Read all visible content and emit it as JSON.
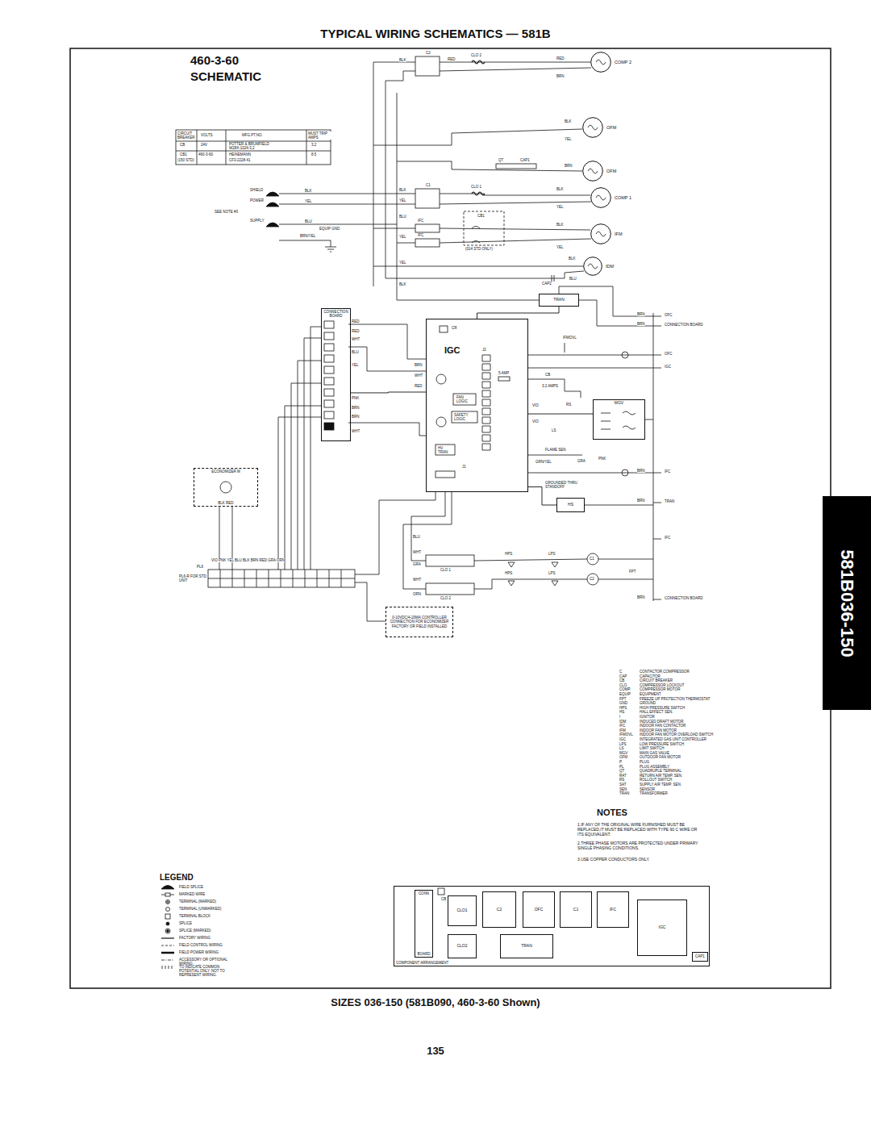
{
  "diagram": {
    "title": "TYPICAL WIRING SCHEMATICS — 581B",
    "caption": "SIZES 036-150 (581B090, 460-3-60 Shown)",
    "nodes": [
      {
        "text": [
          "IGC"
        ]
      },
      {
        "text": [
          "CONNECTION BOARD"
        ]
      },
      {
        "text": [
          "ECONOMIZER M",
          "BLK RED"
        ]
      },
      {
        "text": [
          "0-10VDC/4-20MA CONTROLLER CONNECTION FOR ECONOMIZER FACTORY OR FIELD INSTALLED"
        ]
      },
      {
        "text": [
          "COMP 2"
        ]
      },
      {
        "text": [
          "OFM"
        ]
      },
      {
        "text": [
          "OFM"
        ]
      },
      {
        "text": [
          "COMP 1"
        ]
      },
      {
        "text": [
          "IFM"
        ]
      },
      {
        "text": [
          "IDM"
        ]
      },
      {
        "text": [
          "TRAN"
        ]
      },
      {
        "text": [
          "MGV"
        ]
      },
      {
        "text": [
          "HS"
        ]
      },
      {
        "text": [
          "COMPONENT ARRANGEMENT"
        ]
      },
      {
        "text": [
          "CONN",
          "BOARD"
        ],
        "in": 13
      },
      {
        "text": [
          "CLO1"
        ],
        "in": 13
      },
      {
        "text": [
          "C2"
        ],
        "in": 13
      },
      {
        "text": [
          "OFC"
        ],
        "in": 13
      },
      {
        "text": [
          "C1"
        ],
        "in": 13
      },
      {
        "text": [
          "IFC"
        ],
        "in": 13
      },
      {
        "text": [
          "IGC"
        ],
        "in": 13
      },
      {
        "text": [
          "CLO2"
        ],
        "in": 13
      },
      {
        "text": [
          "TRAN"
        ],
        "in": 13
      },
      {
        "text": [
          "CAP1"
        ],
        "in": 13
      }
    ],
    "edges": [
      {
        "from": 1,
        "to": 0,
        "arrow": "none"
      },
      {
        "from": 0,
        "to": 11,
        "arrow": "none"
      },
      {
        "from": 0,
        "to": 12,
        "arrow": "none"
      },
      {
        "from": 10,
        "to": 0,
        "arrow": "none"
      }
    ],
    "labels": [
      "135",
      "581B036-150",
      "460-3-60",
      "SCHEMATIC",
      "CIRCUIT BREAKER",
      "VOLTS",
      "MFG.PT.NO.",
      "MUST TRIP AMPS",
      "CB",
      "24V",
      "POTTER & BRUMFIELD",
      "W28X-1024-3.2",
      "3.2",
      "CB1",
      "(150 STD)",
      "460-3-60",
      "HEINEMANN",
      "CF3-2228-41",
      "8.5",
      "SHIELD",
      "POWER",
      "SEE NOTE #3",
      "SUPPLY",
      "BLK",
      "YEL",
      "BLU",
      "EQUIP GND",
      "BRN/YEL",
      "C2",
      "CLO 2",
      "C1",
      "CLO 1",
      "IFC",
      "CB1",
      "IFC",
      "(014 STD ONLY)",
      "QT",
      "CAP1",
      "CAP2",
      "BLK",
      "RED",
      "RED",
      "BRN",
      "BLK",
      "YEL",
      "BRN",
      "BLK",
      "YEL",
      "BLK",
      "YEL",
      "BLK",
      "BLU",
      "BLK",
      "YEL",
      "BLU",
      "YEL",
      "YEL",
      "BLK",
      "IFMOVL",
      "5 AMP",
      "CB",
      "3.2 AMPS",
      "RS",
      "LS",
      "FLAME SEN",
      "GRN/YEL",
      "GRA",
      "GROUNDED THRU STANDOFF",
      "PNK",
      "VIO",
      "VIO",
      "OFC",
      "CONNECTION BOARD",
      "OFC",
      "IGC",
      "IFC",
      "TRAN",
      "IFC",
      "FPT",
      "CONNECTION BOARD",
      "BRN",
      "BRN",
      "BRN",
      "BRN",
      "BRN",
      "HPS",
      "LPS",
      "C1",
      "HPS",
      "LPS",
      "C2",
      "CLO 1",
      "CLO 2",
      "WHT",
      "GRA",
      "WHT",
      "ORN",
      "BLU",
      "PL6",
      "PL6-R FOR STD UNIT",
      "VIO PNK YEL BLU BLK BRN RED GRA ORN",
      "CR",
      "J2",
      "FAN LOGIC",
      "SAFETY LOGIC",
      "HV TRAN",
      "J1",
      "RED",
      "RED",
      "WHT",
      "BLU",
      "YEL",
      "PNK",
      "BRN",
      "BRN",
      "WHT",
      "BRN",
      "WHT",
      "RED",
      "NOTES",
      "1.IF ANY OF THE ORIGINAL WIRE FURNISHED MUST BE REPLACED,IT MUST BE REPLACED WITH TYPE 90 C WIRE OR ITS EQUIVALENT.",
      "2.THREE PHASE MOTORS ARE PROTECTED UNDER PRIMARY SINGLE PHASING CONDITIONS.",
      "3.USE COPPER CONDUCTORS ONLY.",
      "C",
      "CONTACTOR,COMPRESSOR",
      "CAP",
      "CAPACITOR",
      "CB",
      "CIRCUIT BREAKER",
      "CLO",
      "COMPRESSOR LOCKOUT",
      "COMP",
      "COMPRESSOR MOTOR",
      "EQUIP",
      "EQUIPMENT",
      "FPT",
      "FREEZE UP PROTECTION THERMOSTAT",
      "GND",
      "GROUND",
      "HPS",
      "HIGH PRESSURE SWITCH",
      "HS",
      "HALL EFFECT SEN.",
      "I",
      "IGNITOR",
      "IDM",
      "INDUCED DRAFT MOTOR",
      "IFC",
      "INDOOR FAN CONTACTOR",
      "IFM",
      "INDOOR FAN MOTOR",
      "IFMOVL",
      "INDOOR FAN MOTOR OVERLOAD SWITCH",
      "IGC",
      "INTEGRATED GAS UNIT CONTROLLER",
      "LPS",
      "LOW PRESSURE SWITCH",
      "LS",
      "LIMIT SWITCH",
      "MGV",
      "MAIN GAS VALVE",
      "OFM",
      "OUTDOOR FAN MOTOR",
      "P",
      "PLUG",
      "PL",
      "PLUG ASSEMBLY",
      "QT",
      "QUADRUPLE TERMINAL",
      "RAT",
      "RETURN AIR TEMP. SEN.",
      "RS",
      "ROLLOUT SWITCH",
      "SAT",
      "SUPPLY AIR TEMP. SEN.",
      "SEN",
      "SENSOR",
      "TRAN",
      "TRANSFORMER",
      "LEGEND",
      "CB"
    ],
    "legend": [
      {
        "text": "FIELD SPLICE"
      },
      {
        "text": "MARKED WIRE"
      },
      {
        "text": "TERMINAL (MARKED)"
      },
      {
        "text": "TERMINAL (UNMARKED)"
      },
      {
        "text": "TERMINAL BLOCK"
      },
      {
        "text": "SPLICE"
      },
      {
        "text": "SPLICE (MARKED)"
      },
      {
        "text": "FACTORY WIRING"
      },
      {
        "text": "FIELD CONTROL WIRING"
      },
      {
        "text": "FIELD POWER WIRING"
      },
      {
        "text": "ACCESSORY OR OPTIONAL WIRING"
      },
      {
        "text": "TO INDICATE COMMON POTENTIAL ONLY. NOT TO REPRESENT WIRING."
      }
    ]
  }
}
